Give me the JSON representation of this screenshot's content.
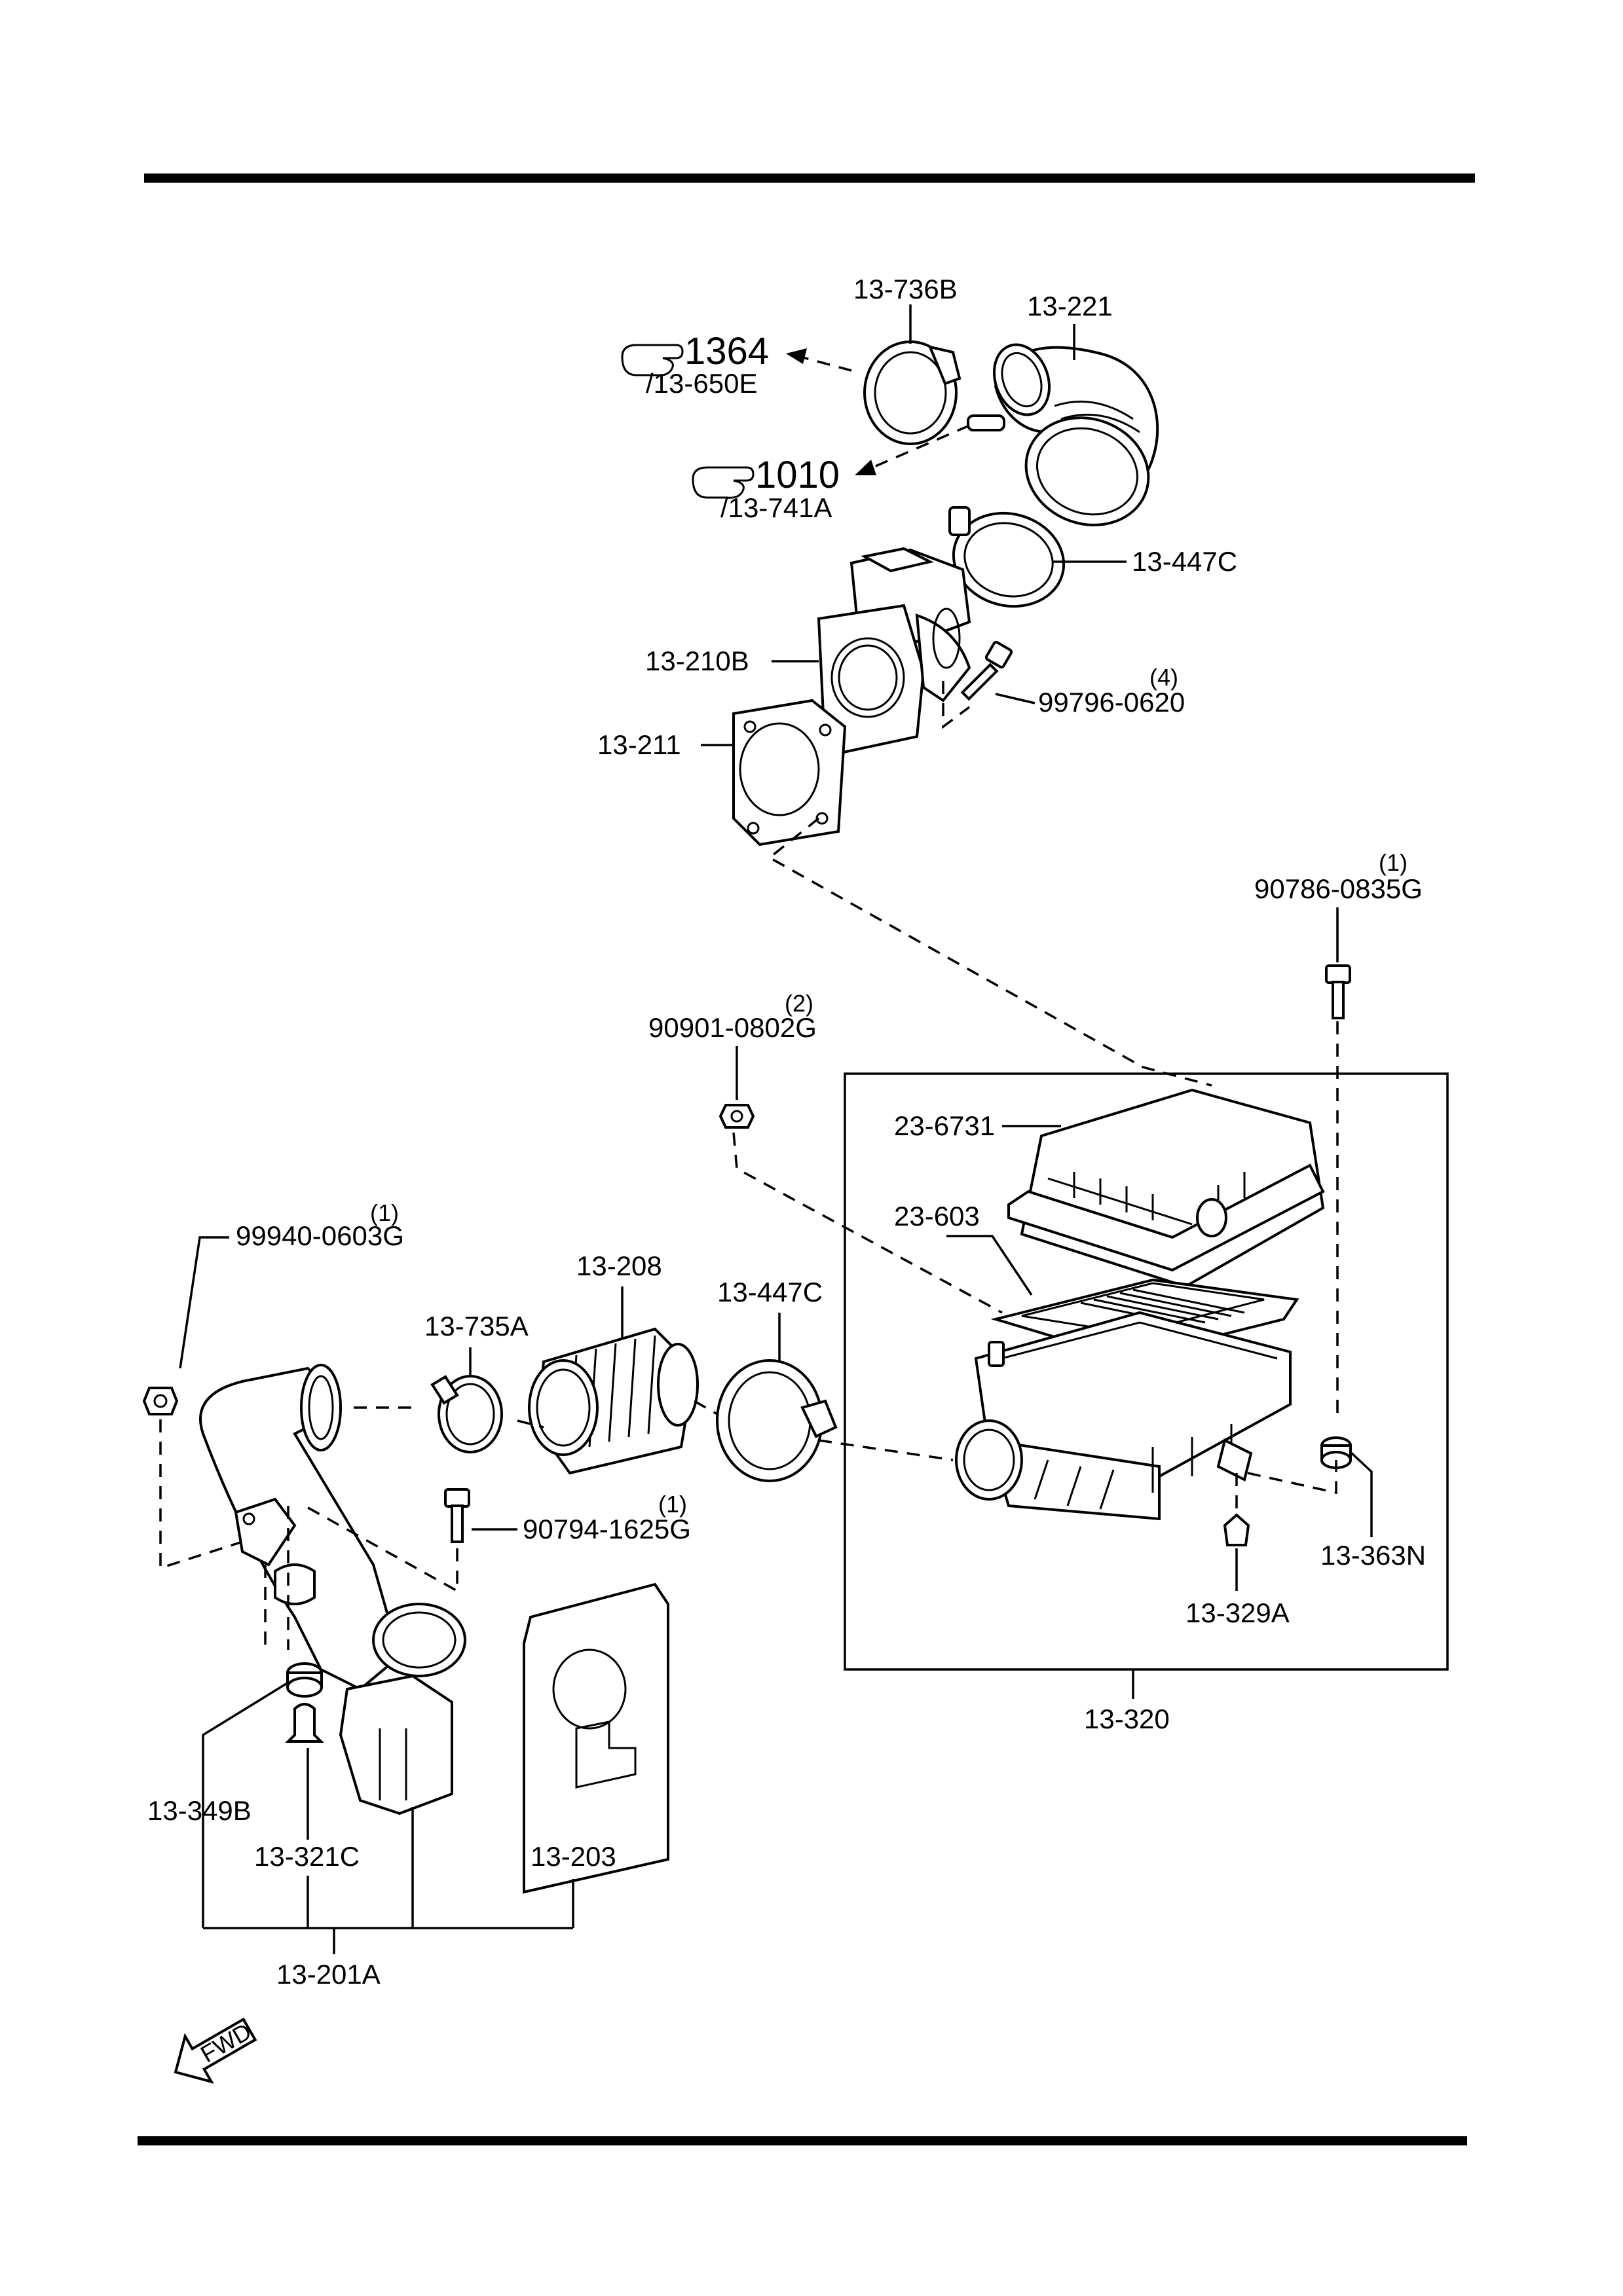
{
  "parts": {
    "p13_736B": "13-736B",
    "p13_221": "13-221",
    "ref1364": {
      "num": "1364",
      "sub": "/13-650E"
    },
    "ref1010": {
      "num": "1010",
      "sub": "/13-741A"
    },
    "p13_447C_top": "13-447C",
    "p13_210B": "13-210B",
    "p99796": {
      "num": "99796-0620",
      "qty": "(4)"
    },
    "p13_211": "13-211",
    "p90786": {
      "num": "90786-0835G",
      "qty": "(1)"
    },
    "p90901": {
      "num": "90901-0802G",
      "qty": "(2)"
    },
    "p23_6731": "23-6731",
    "p23_603": "23-603",
    "p99940": {
      "num": "99940-0603G",
      "qty": "(1)"
    },
    "p13_208": "13-208",
    "p13_447C_mid": "13-447C",
    "p13_735A": "13-735A",
    "p90794": {
      "num": "90794-1625G",
      "qty": "(1)"
    },
    "p13_363N": "13-363N",
    "p13_329A": "13-329A",
    "p13_320": "13-320",
    "p13_349B": "13-349B",
    "p13_321C": "13-321C",
    "p13_203": "13-203",
    "p13_201A": "13-201A"
  },
  "fwd_label": "FWD",
  "icons": {
    "reference": "pointing-hand-icon",
    "direction": "fwd-arrow-icon"
  }
}
